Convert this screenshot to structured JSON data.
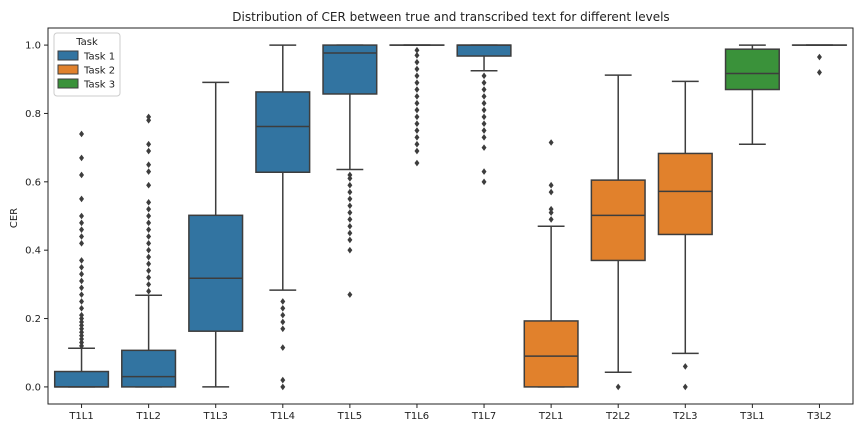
{
  "chart_data": {
    "type": "box",
    "title": "Distribution of CER between true and transcribed text for different levels",
    "xlabel": "",
    "ylabel": "CER",
    "ylim": [
      -0.05,
      1.05
    ],
    "yticks": [
      0.0,
      0.2,
      0.4,
      0.6,
      0.8,
      1.0
    ],
    "ytick_labels": [
      "0.0",
      "0.2",
      "0.4",
      "0.6",
      "0.8",
      "1.0"
    ],
    "grid": false,
    "legend": {
      "title": "Task",
      "position": "top-left",
      "entries": [
        {
          "name": "Task 1",
          "color": "#3274a1"
        },
        {
          "name": "Task 2",
          "color": "#e1812c"
        },
        {
          "name": "Task 3",
          "color": "#3a923a"
        }
      ]
    },
    "categories": [
      "T1L1",
      "T1L2",
      "T1L3",
      "T1L4",
      "T1L5",
      "T1L6",
      "T1L7",
      "T2L1",
      "T2L2",
      "T2L3",
      "T3L1",
      "T3L2"
    ],
    "boxes": [
      {
        "category": "T1L1",
        "task": "Task 1",
        "whislo": 0.0,
        "q1": 0.0,
        "med": 0.0,
        "q3": 0.045,
        "whishi": 0.113,
        "fliers": [
          0.12,
          0.13,
          0.14,
          0.15,
          0.16,
          0.17,
          0.18,
          0.19,
          0.2,
          0.21,
          0.23,
          0.25,
          0.27,
          0.29,
          0.31,
          0.33,
          0.35,
          0.37,
          0.42,
          0.44,
          0.46,
          0.48,
          0.5,
          0.55,
          0.62,
          0.67,
          0.74
        ]
      },
      {
        "category": "T1L2",
        "task": "Task 1",
        "whislo": 0.0,
        "q1": 0.0,
        "med": 0.03,
        "q3": 0.107,
        "whishi": 0.268,
        "fliers": [
          0.28,
          0.3,
          0.32,
          0.34,
          0.36,
          0.38,
          0.4,
          0.42,
          0.44,
          0.46,
          0.48,
          0.5,
          0.52,
          0.54,
          0.59,
          0.63,
          0.65,
          0.69,
          0.71,
          0.78,
          0.79
        ]
      },
      {
        "category": "T1L3",
        "task": "Task 1",
        "whislo": 0.0,
        "q1": 0.163,
        "med": 0.318,
        "q3": 0.502,
        "whishi": 0.891,
        "fliers": []
      },
      {
        "category": "T1L4",
        "task": "Task 1",
        "whislo": 0.283,
        "q1": 0.628,
        "med": 0.762,
        "q3": 0.863,
        "whishi": 1.0,
        "fliers": [
          0.0,
          0.02,
          0.115,
          0.17,
          0.19,
          0.21,
          0.23,
          0.25
        ]
      },
      {
        "category": "T1L5",
        "task": "Task 1",
        "whislo": 0.636,
        "q1": 0.857,
        "med": 0.977,
        "q3": 1.0,
        "whishi": 1.0,
        "fliers": [
          0.27,
          0.4,
          0.43,
          0.45,
          0.47,
          0.49,
          0.51,
          0.53,
          0.55,
          0.57,
          0.59,
          0.61,
          0.62
        ]
      },
      {
        "category": "T1L6",
        "task": "Task 1",
        "whislo": 1.0,
        "q1": 1.0,
        "med": 1.0,
        "q3": 1.0,
        "whishi": 1.0,
        "fliers": [
          0.655,
          0.69,
          0.71,
          0.73,
          0.75,
          0.77,
          0.79,
          0.81,
          0.83,
          0.85,
          0.87,
          0.89,
          0.91,
          0.93,
          0.95,
          0.97,
          0.985
        ]
      },
      {
        "category": "T1L7",
        "task": "Task 1",
        "whislo": 0.925,
        "q1": 0.968,
        "med": 1.0,
        "q3": 1.0,
        "whishi": 1.0,
        "fliers": [
          0.6,
          0.63,
          0.7,
          0.73,
          0.75,
          0.77,
          0.79,
          0.81,
          0.83,
          0.85,
          0.87,
          0.89,
          0.91
        ]
      },
      {
        "category": "T2L1",
        "task": "Task 2",
        "whislo": 0.0,
        "q1": 0.0,
        "med": 0.09,
        "q3": 0.193,
        "whishi": 0.47,
        "fliers": [
          0.49,
          0.51,
          0.52,
          0.57,
          0.59,
          0.715
        ]
      },
      {
        "category": "T2L2",
        "task": "Task 2",
        "whislo": 0.043,
        "q1": 0.37,
        "med": 0.502,
        "q3": 0.605,
        "whishi": 0.912,
        "fliers": [
          0.0
        ]
      },
      {
        "category": "T2L3",
        "task": "Task 2",
        "whislo": 0.098,
        "q1": 0.446,
        "med": 0.572,
        "q3": 0.683,
        "whishi": 0.894,
        "fliers": [
          0.0,
          0.06
        ]
      },
      {
        "category": "T3L1",
        "task": "Task 3",
        "whislo": 0.71,
        "q1": 0.87,
        "med": 0.917,
        "q3": 0.988,
        "whishi": 1.0,
        "fliers": []
      },
      {
        "category": "T3L2",
        "task": "Task 3",
        "whislo": 1.0,
        "q1": 1.0,
        "med": 1.0,
        "q3": 1.0,
        "whishi": 1.0,
        "fliers": [
          0.92,
          0.965
        ]
      }
    ]
  }
}
